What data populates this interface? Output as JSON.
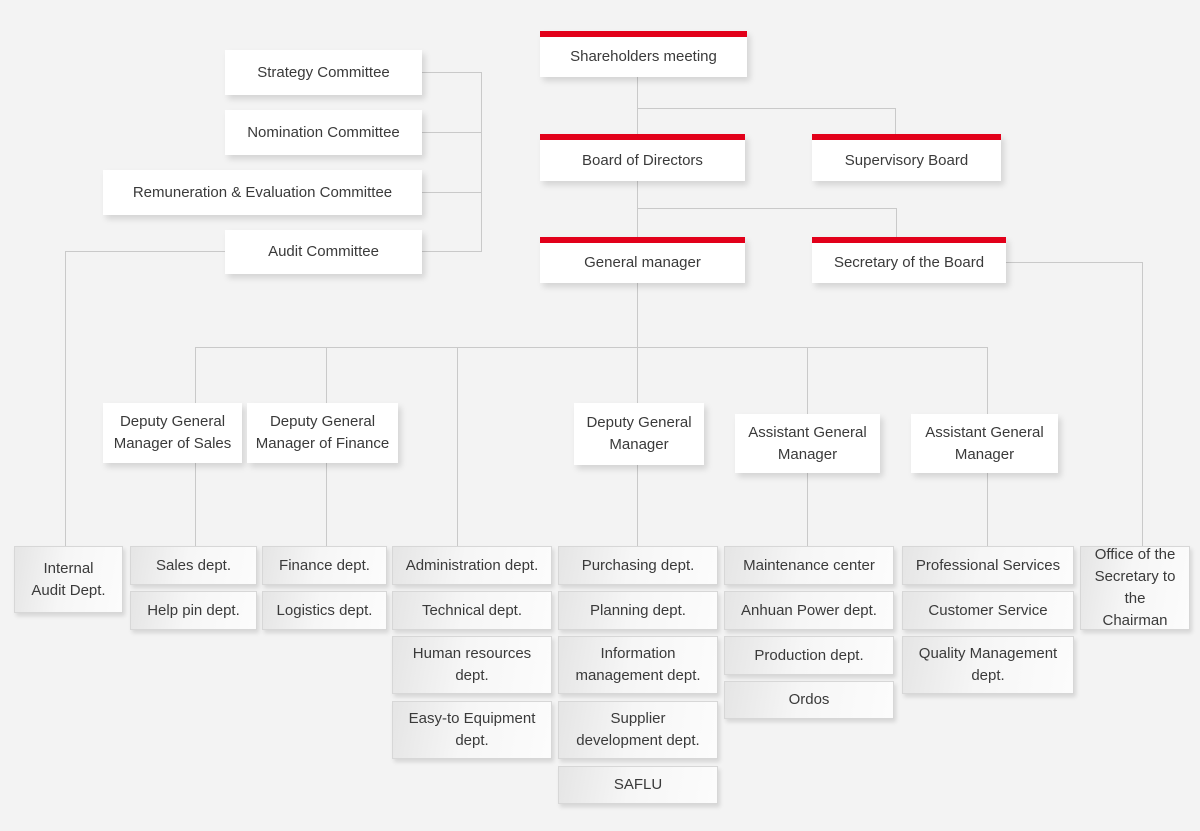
{
  "page": {
    "background_color": "#f3f3f3",
    "accent_red": "#e2001a",
    "line_color": "#c9c9c9"
  },
  "nodes": {
    "shareholders": "Shareholders meeting",
    "board": "Board of Directors",
    "supervisory": "Supervisory Board",
    "general_manager": "General manager",
    "secretary": "Secretary of the Board",
    "strategy": "Strategy Committee",
    "nomination": "Nomination Committee",
    "remuneration": "Remuneration & Evaluation Committee",
    "audit": "Audit Committee",
    "dgm_sales": "Deputy General Manager of Sales",
    "dgm_finance": "Deputy General Manager of Finance",
    "dgm": "Deputy General Manager",
    "agm1": "Assistant General Manager",
    "agm2": "Assistant General Manager",
    "internal_audit": "Internal Audit Dept.",
    "sales": "Sales dept.",
    "help_pin": "Help pin dept.",
    "finance": "Finance dept.",
    "logistics": "Logistics dept.",
    "administration": "Administration dept.",
    "technical": "Technical dept.",
    "human_resources": "Human resources dept.",
    "easy_to": "Easy-to Equipment dept.",
    "purchasing": "Purchasing dept.",
    "planning": "Planning dept.",
    "info_mgmt": "Information management dept.",
    "supplier_dev": "Supplier development dept.",
    "saflu": "SAFLU",
    "maintenance": "Maintenance center",
    "anhuan": "Anhuan Power dept.",
    "production": "Production dept.",
    "ordos": "Ordos",
    "professional": "Professional Services",
    "customer": "Customer Service",
    "quality": "Quality Management dept.",
    "office_secretary": "Office of the Secretary to the Chairman"
  }
}
